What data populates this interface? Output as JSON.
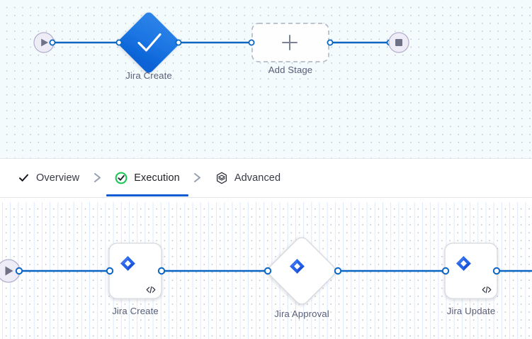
{
  "tabs": {
    "items": [
      {
        "label": "Overview",
        "icon": "check-icon",
        "active": false
      },
      {
        "label": "Execution",
        "icon": "check-circle-icon",
        "active": true
      },
      {
        "label": "Advanced",
        "icon": "layers-hexagon-icon",
        "active": false
      }
    ],
    "separator_icon": "chevron-right-icon",
    "active_underline_color": "#0b5cd5",
    "active_check_color": "#17c653"
  },
  "top_pipeline": {
    "start_node": {
      "name": "start-node",
      "icon": "play-icon"
    },
    "end_node": {
      "name": "end-node",
      "icon": "stop-icon"
    },
    "stages": [
      {
        "label": "Jira Create",
        "shape": "diamond",
        "icon": "check-icon",
        "state": "success"
      },
      {
        "label": "Add Stage",
        "shape": "dashed-rounded-rect",
        "icon": "plus-icon",
        "state": "placeholder"
      }
    ],
    "connector_color": "#0a66c2"
  },
  "bottom_pipeline": {
    "start_node": {
      "name": "start-node",
      "icon": "play-icon"
    },
    "stages": [
      {
        "label": "Jira Create",
        "shape": "rounded-rect",
        "icon": "jira-icon",
        "badge": "code-icon"
      },
      {
        "label": "Jira Approval",
        "shape": "diamond",
        "icon": "jira-icon",
        "badge": ""
      },
      {
        "label": "Jira Update",
        "shape": "rounded-rect",
        "icon": "jira-icon",
        "badge": "code-icon"
      }
    ],
    "connector_color": "#0a66c2"
  },
  "colors": {
    "brand_blue": "#0a66c2",
    "jira_blue": "#2563eb",
    "node_success": "#1d74e0",
    "canvas_top_bg": "#f4fbfd",
    "canvas_bottom_bg": "#ffffff"
  }
}
